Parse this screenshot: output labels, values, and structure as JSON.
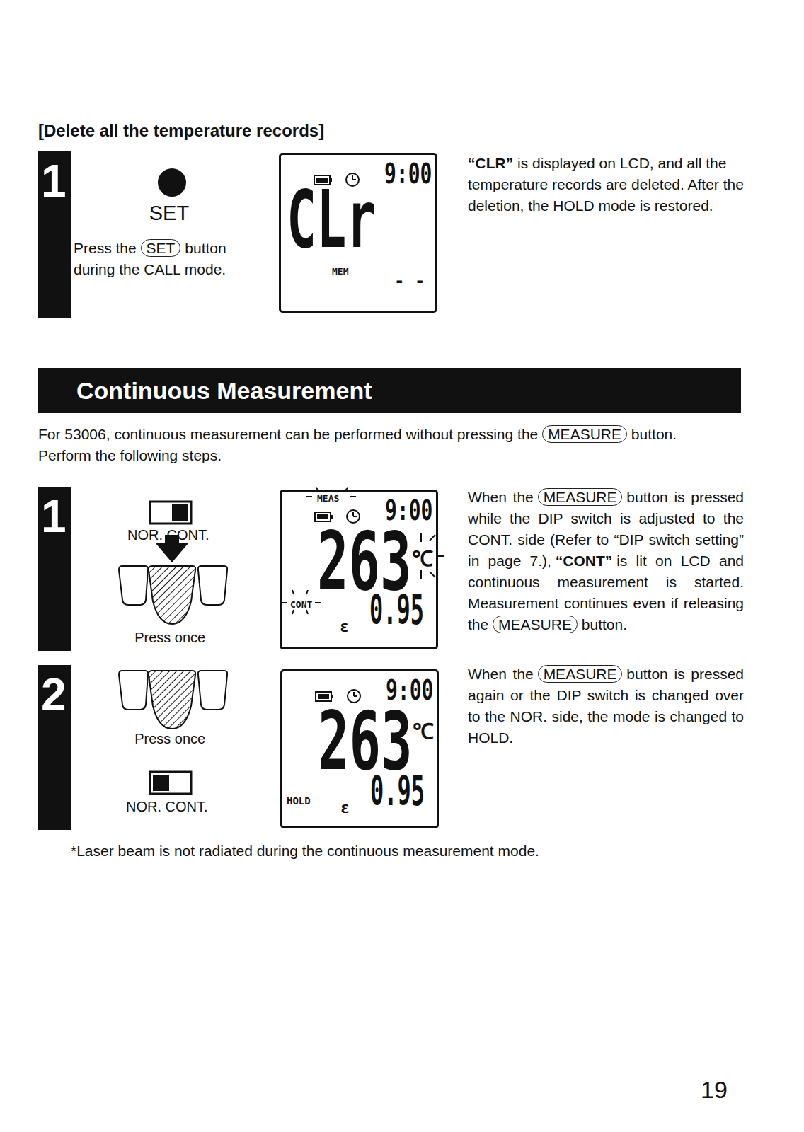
{
  "diagram": {
    "title": "Continuous Measurement",
    "nodes": [
      {
        "text": [
          "1"
        ]
      },
      {
        "text": [
          "9:00",
          "CLr",
          "MEM",
          "- -"
        ]
      },
      {
        "text": [
          "Continuous Measurement"
        ]
      },
      {
        "text": [
          "1"
        ]
      },
      {
        "text": [
          "MEAS",
          "9:00",
          "263",
          "℃",
          "CONT",
          "ε",
          "0.95"
        ]
      },
      {
        "text": [
          "2"
        ]
      },
      {
        "text": [
          "9:00",
          "263",
          "℃",
          "HOLD",
          "ε",
          "0.95"
        ]
      }
    ],
    "labels": [
      "[Delete all the temperature records]",
      "SET",
      "Press the",
      "SET",
      "button during the CALL mode.",
      "“CLR”",
      "is displayed on LCD, and all the temperature records are deleted. After the deletion, the HOLD mode is restored.",
      "For 53006, continuous measurement can be performed without pressing the",
      "MEASURE",
      "button.",
      "Perform the following steps.",
      "NOR.",
      "CONT.",
      "Press once",
      "When the",
      "MEASURE",
      "button is pressed while the DIP switch is adjusted to the CONT. side (Refer to “DIP switch setting” in page 7.),",
      "“CONT”",
      "is lit on LCD and continuous measurement is started. Measurement continues even if releasing the",
      "MEASURE",
      "button.",
      "Press once",
      "NOR.",
      "CONT.",
      "When the",
      "MEASURE",
      "button is pressed again or the DIP switch is changed over to the NOR. side, the mode is changed to HOLD.",
      "*Laser beam is not radiated during the continuous measurement mode.",
      "19"
    ]
  }
}
